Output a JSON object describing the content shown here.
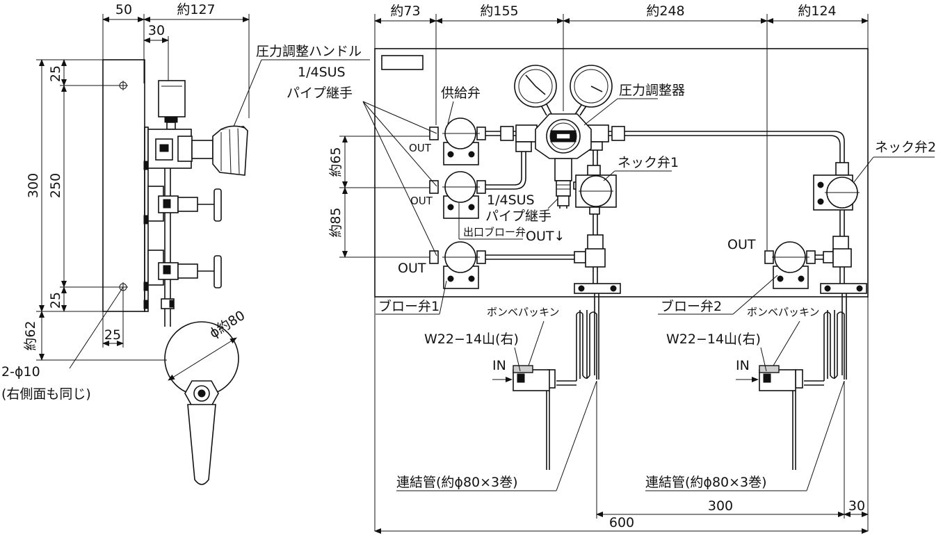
{
  "side_view": {
    "dims": {
      "d50": "50",
      "d127": "約127",
      "d30": "30",
      "d300": "300",
      "d250": "250",
      "d25_top": "25",
      "d25_bottom": "25",
      "d62": "約62",
      "d25_horizontal": "25",
      "d_phi80": "ϕ約80"
    },
    "labels": {
      "handle": "圧力調整ハンドル",
      "holes": "2-ϕ10",
      "holes_note": "(右側面も同じ)"
    }
  },
  "front_view": {
    "dims": {
      "d73": "約73",
      "d155": "約155",
      "d248": "約248",
      "d124": "約124",
      "d65": "約65",
      "d85": "約85",
      "d300": "300",
      "d30": "30",
      "d600": "600"
    },
    "labels": {
      "pipe_joint_1": "1/4SUS",
      "pipe_joint_1b": "パイプ継手",
      "pipe_joint_2": "1/4SUS",
      "pipe_joint_2b": "パイプ継手",
      "supply_valve": "供給弁",
      "regulator": "圧力調整器",
      "neck_valve_1": "ネック弁1",
      "neck_valve_2": "ネック弁2",
      "outlet_blow_valve": "出口ブロー弁",
      "out_1": "OUT",
      "out_2": "OUT",
      "out_3": "OUT",
      "out_4": "OUT↓",
      "out_5": "OUT",
      "blow_valve_1": "ブロー弁1",
      "blow_valve_2": "ブロー弁2",
      "cylinder_packing_1": "ボンベパッキン",
      "cylinder_packing_2": "ボンベパッキン",
      "thread_1": "W22−14山(右)",
      "thread_2": "W22−14山(右)",
      "in_1": "IN",
      "in_2": "IN",
      "connecting_pipe_1": "連結管(約ϕ80×3巻)",
      "connecting_pipe_2": "連結管(約ϕ80×3巻)"
    }
  }
}
